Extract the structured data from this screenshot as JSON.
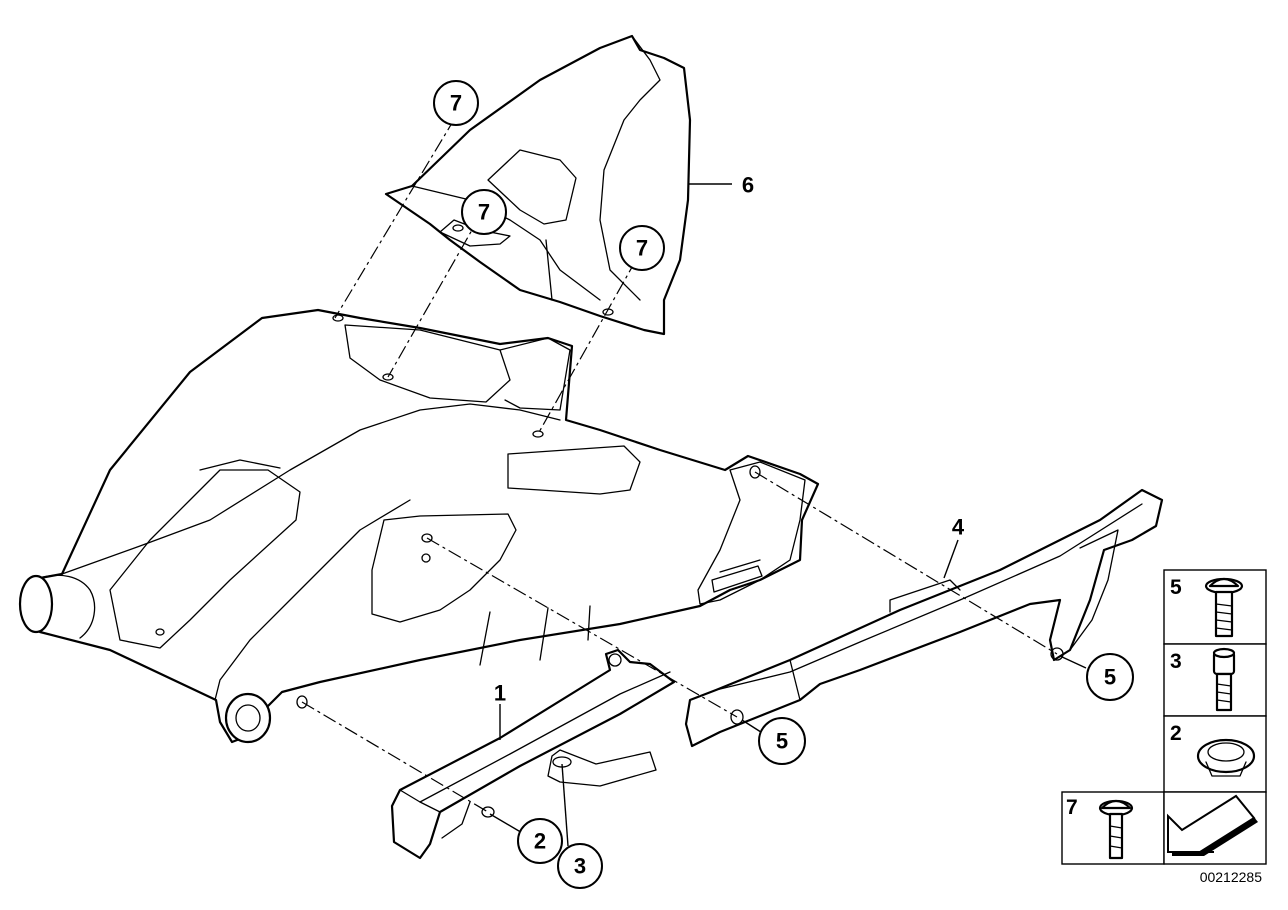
{
  "diagram": {
    "drawing_number": "00212285",
    "part_labels": [
      {
        "id": "label-1",
        "text": "1"
      },
      {
        "id": "label-4",
        "text": "4"
      },
      {
        "id": "label-6",
        "text": "6"
      }
    ],
    "callouts": [
      {
        "id": "callout-7a",
        "text": "7"
      },
      {
        "id": "callout-7b",
        "text": "7"
      },
      {
        "id": "callout-7c",
        "text": "7"
      },
      {
        "id": "callout-5a",
        "text": "5"
      },
      {
        "id": "callout-5b",
        "text": "5"
      },
      {
        "id": "callout-2",
        "text": "2"
      },
      {
        "id": "callout-3",
        "text": "3"
      }
    ],
    "legend": [
      {
        "id": "legend-5",
        "num": "5",
        "icon": "flange-screw-icon"
      },
      {
        "id": "legend-3",
        "num": "3",
        "icon": "socket-cap-screw-icon"
      },
      {
        "id": "legend-2",
        "num": "2",
        "icon": "grommet-icon"
      },
      {
        "id": "legend-7",
        "num": "7",
        "icon": "flat-head-screw-icon"
      },
      {
        "id": "legend-arrow",
        "num": "",
        "icon": "direction-arrow-icon"
      }
    ]
  }
}
